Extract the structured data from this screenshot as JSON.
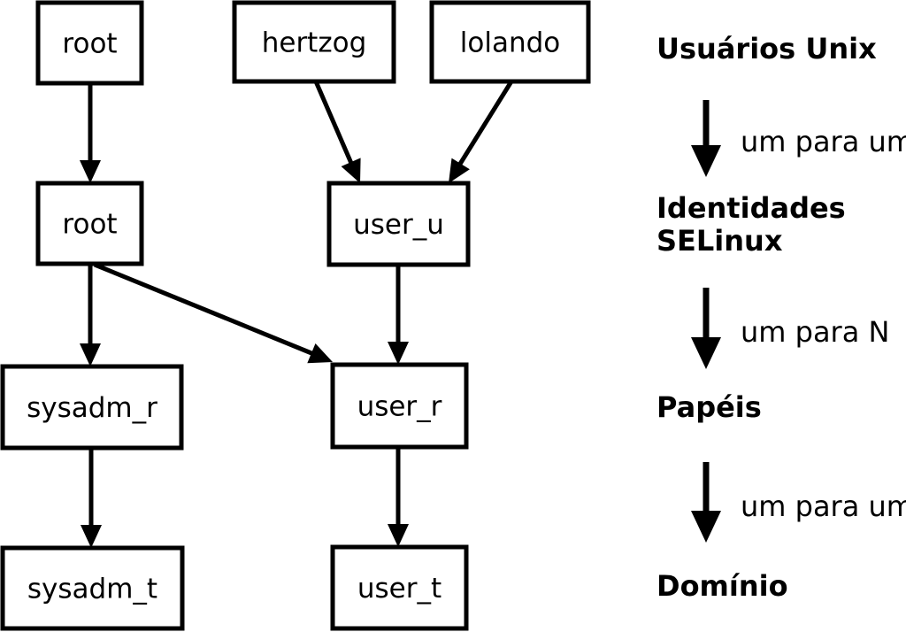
{
  "diagram": {
    "nodes": {
      "unix_root": "root",
      "unix_hertzog": "hertzog",
      "unix_lolando": "lolando",
      "identity_root": "root",
      "identity_user_u": "user_u",
      "role_sysadm_r": "sysadm_r",
      "role_user_r": "user_r",
      "domain_sysadm_t": "sysadm_t",
      "domain_user_t": "user_t"
    },
    "edges": [
      {
        "from": "unix_root",
        "to": "identity_root"
      },
      {
        "from": "unix_hertzog",
        "to": "identity_user_u"
      },
      {
        "from": "unix_lolando",
        "to": "identity_user_u"
      },
      {
        "from": "identity_root",
        "to": "role_sysadm_r"
      },
      {
        "from": "identity_root",
        "to": "role_user_r"
      },
      {
        "from": "identity_user_u",
        "to": "role_user_r"
      },
      {
        "from": "role_sysadm_r",
        "to": "domain_sysadm_t"
      },
      {
        "from": "role_user_r",
        "to": "domain_user_t"
      }
    ],
    "legend": {
      "level1": "Usuários Unix",
      "mapping1": "um para um",
      "level2_line1": "Identidades",
      "level2_line2": "SELinux",
      "mapping2": "um para N",
      "level3": "Papéis",
      "mapping3": "um para um",
      "level4": "Domínio"
    },
    "colors": {
      "ink": "#000000",
      "paper": "#ffffff"
    }
  }
}
